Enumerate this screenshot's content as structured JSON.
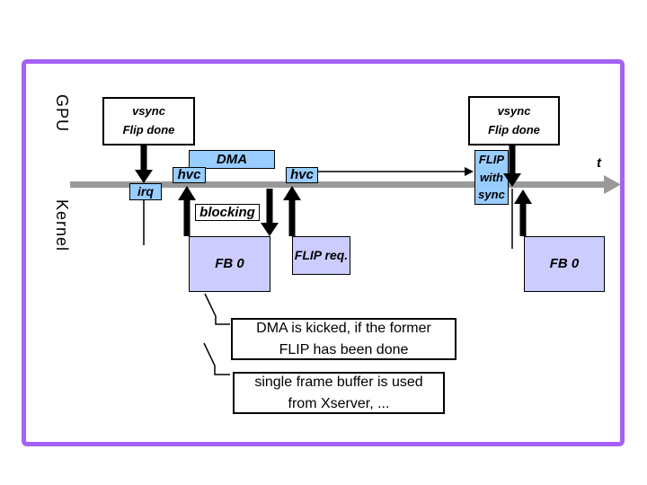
{
  "slide": {
    "lanes": {
      "gpu": "GPU",
      "kernel": "Kernel"
    },
    "timeline": {
      "axis_label": "t"
    },
    "events": {
      "vsync_left": "vsync\nFlip done",
      "vsync_right": "vsync\nFlip done",
      "dma": "DMA",
      "hvc_first": "hvc",
      "hvc_second": "hvc",
      "irq": "irq",
      "blocking": "blocking",
      "flip_with_sync": "FLIP\nwith\nsync",
      "fb0_left": "FB 0",
      "flip_req": "FLIP req.",
      "fb0_right": "FB 0"
    },
    "callouts": [
      "DMA is kicked, if the former\nFLIP has been done",
      "single frame buffer is used\nfrom Xserver, ..."
    ],
    "colors": {
      "frame_border": "#a561f6",
      "event_blue": "#99ccff",
      "buffer_lavender": "#ccccff",
      "timeline_gray": "#999999",
      "arrow_black": "#000000"
    }
  }
}
